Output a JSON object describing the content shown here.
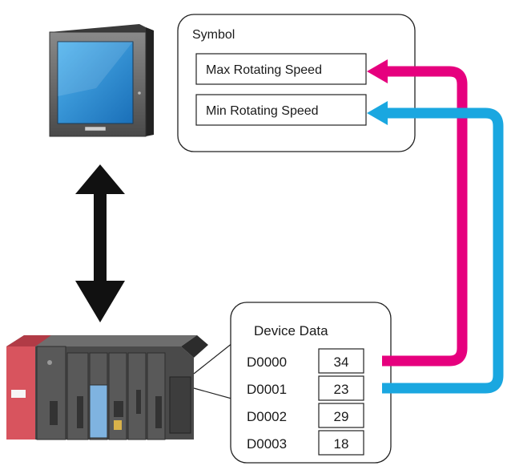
{
  "symbol_panel": {
    "title": "Symbol",
    "items": [
      "Max Rotating Speed",
      "Min Rotating Speed"
    ]
  },
  "device_panel": {
    "title": "Device Data",
    "rows": [
      {
        "address": "D0000",
        "value": "34"
      },
      {
        "address": "D0001",
        "value": "23"
      },
      {
        "address": "D0002",
        "value": "29"
      },
      {
        "address": "D0003",
        "value": "18"
      }
    ]
  },
  "colors": {
    "max_link": "#e6007e",
    "min_link": "#1aa7e0",
    "comm_arrow": "#111111"
  },
  "icons": {
    "display": "hmi-touch-panel-icon",
    "plc": "plc-rack-icon",
    "comm": "double-headed-arrow-icon"
  }
}
